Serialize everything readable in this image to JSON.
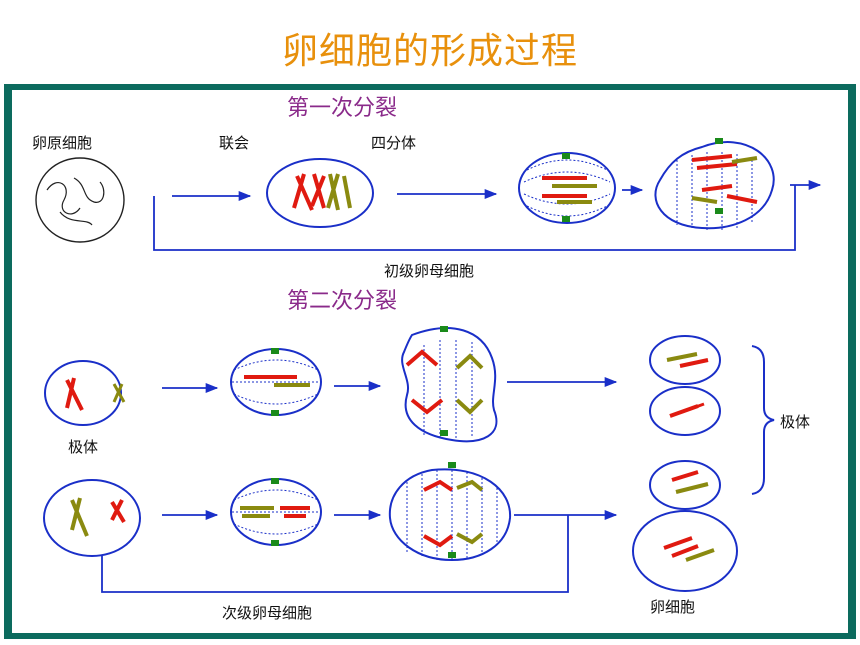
{
  "slide": {
    "title": "卵细胞的形成过程"
  },
  "diagram": {
    "meiosis1_heading": "第一次分裂",
    "meiosis2_heading": "第二次分裂",
    "oogonium_label": "卵原细胞",
    "synapsis_label": "联会",
    "tetrad_label": "四分体",
    "primary_oocyte_label": "初级卵母细胞",
    "polar_body_label": "极体",
    "polar_bodies_label": "极体",
    "secondary_oocyte_label": "次级卵母细胞",
    "egg_cell_label": "卵细胞",
    "colors": {
      "title": "#e8900c",
      "heading": "#8a2a8a",
      "frame": "#0c6b5e",
      "arrow": "#1a2fc8",
      "maternal_chromosome": "#e01a10",
      "paternal_chromosome": "#8a8a10",
      "centrosome": "#1a8a1a"
    }
  }
}
